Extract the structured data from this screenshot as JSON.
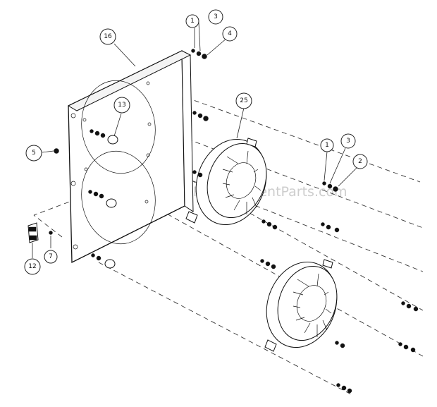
{
  "watermark": "eReplacementParts.com",
  "callouts": [
    {
      "id": "c16",
      "label": "16"
    },
    {
      "id": "c13",
      "label": "13"
    },
    {
      "id": "c5",
      "label": "5"
    },
    {
      "id": "c12",
      "label": "12"
    },
    {
      "id": "c7",
      "label": "7"
    },
    {
      "id": "c1a",
      "label": "1"
    },
    {
      "id": "c3a",
      "label": "3"
    },
    {
      "id": "c4",
      "label": "4"
    },
    {
      "id": "c25",
      "label": "25"
    },
    {
      "id": "c1b",
      "label": "1"
    },
    {
      "id": "c3b",
      "label": "3"
    },
    {
      "id": "c2",
      "label": "2"
    }
  ]
}
